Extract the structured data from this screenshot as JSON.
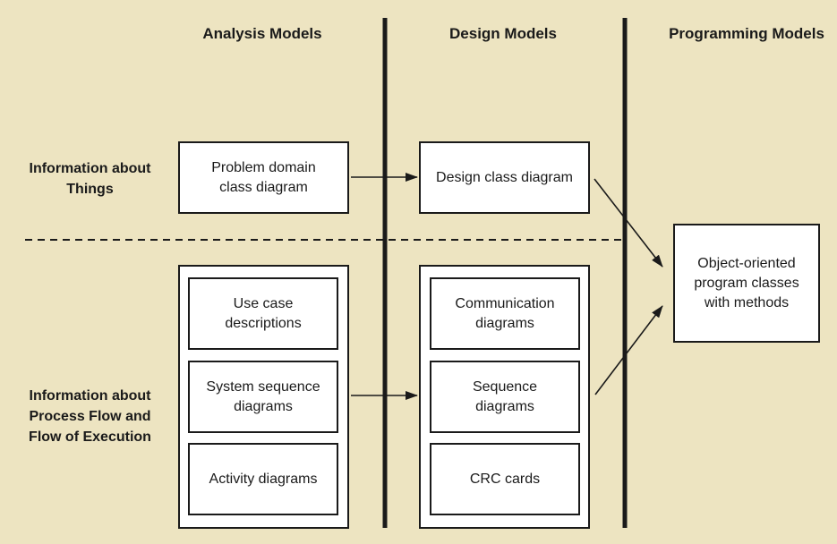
{
  "columns": {
    "analysis": "Analysis Models",
    "design": "Design Models",
    "programming": "Programming Models"
  },
  "rows": {
    "things": "Information about\nThings",
    "process": "Information about\nProcess Flow and\nFlow of Execution"
  },
  "boxes": {
    "problem_domain": "Problem domain\nclass diagram",
    "design_class": "Design class diagram",
    "oo_classes": "Object-oriented\nprogram classes\nwith methods",
    "use_case": "Use case\ndescriptions",
    "system_sequence": "System sequence\ndiagrams",
    "activity": "Activity diagrams",
    "communication": "Communication\ndiagrams",
    "sequence": "Sequence\ndiagrams",
    "crc": "CRC cards"
  },
  "colors": {
    "background": "#ede4c1",
    "box_fill": "#ffffff",
    "line": "#1a1a1a"
  }
}
